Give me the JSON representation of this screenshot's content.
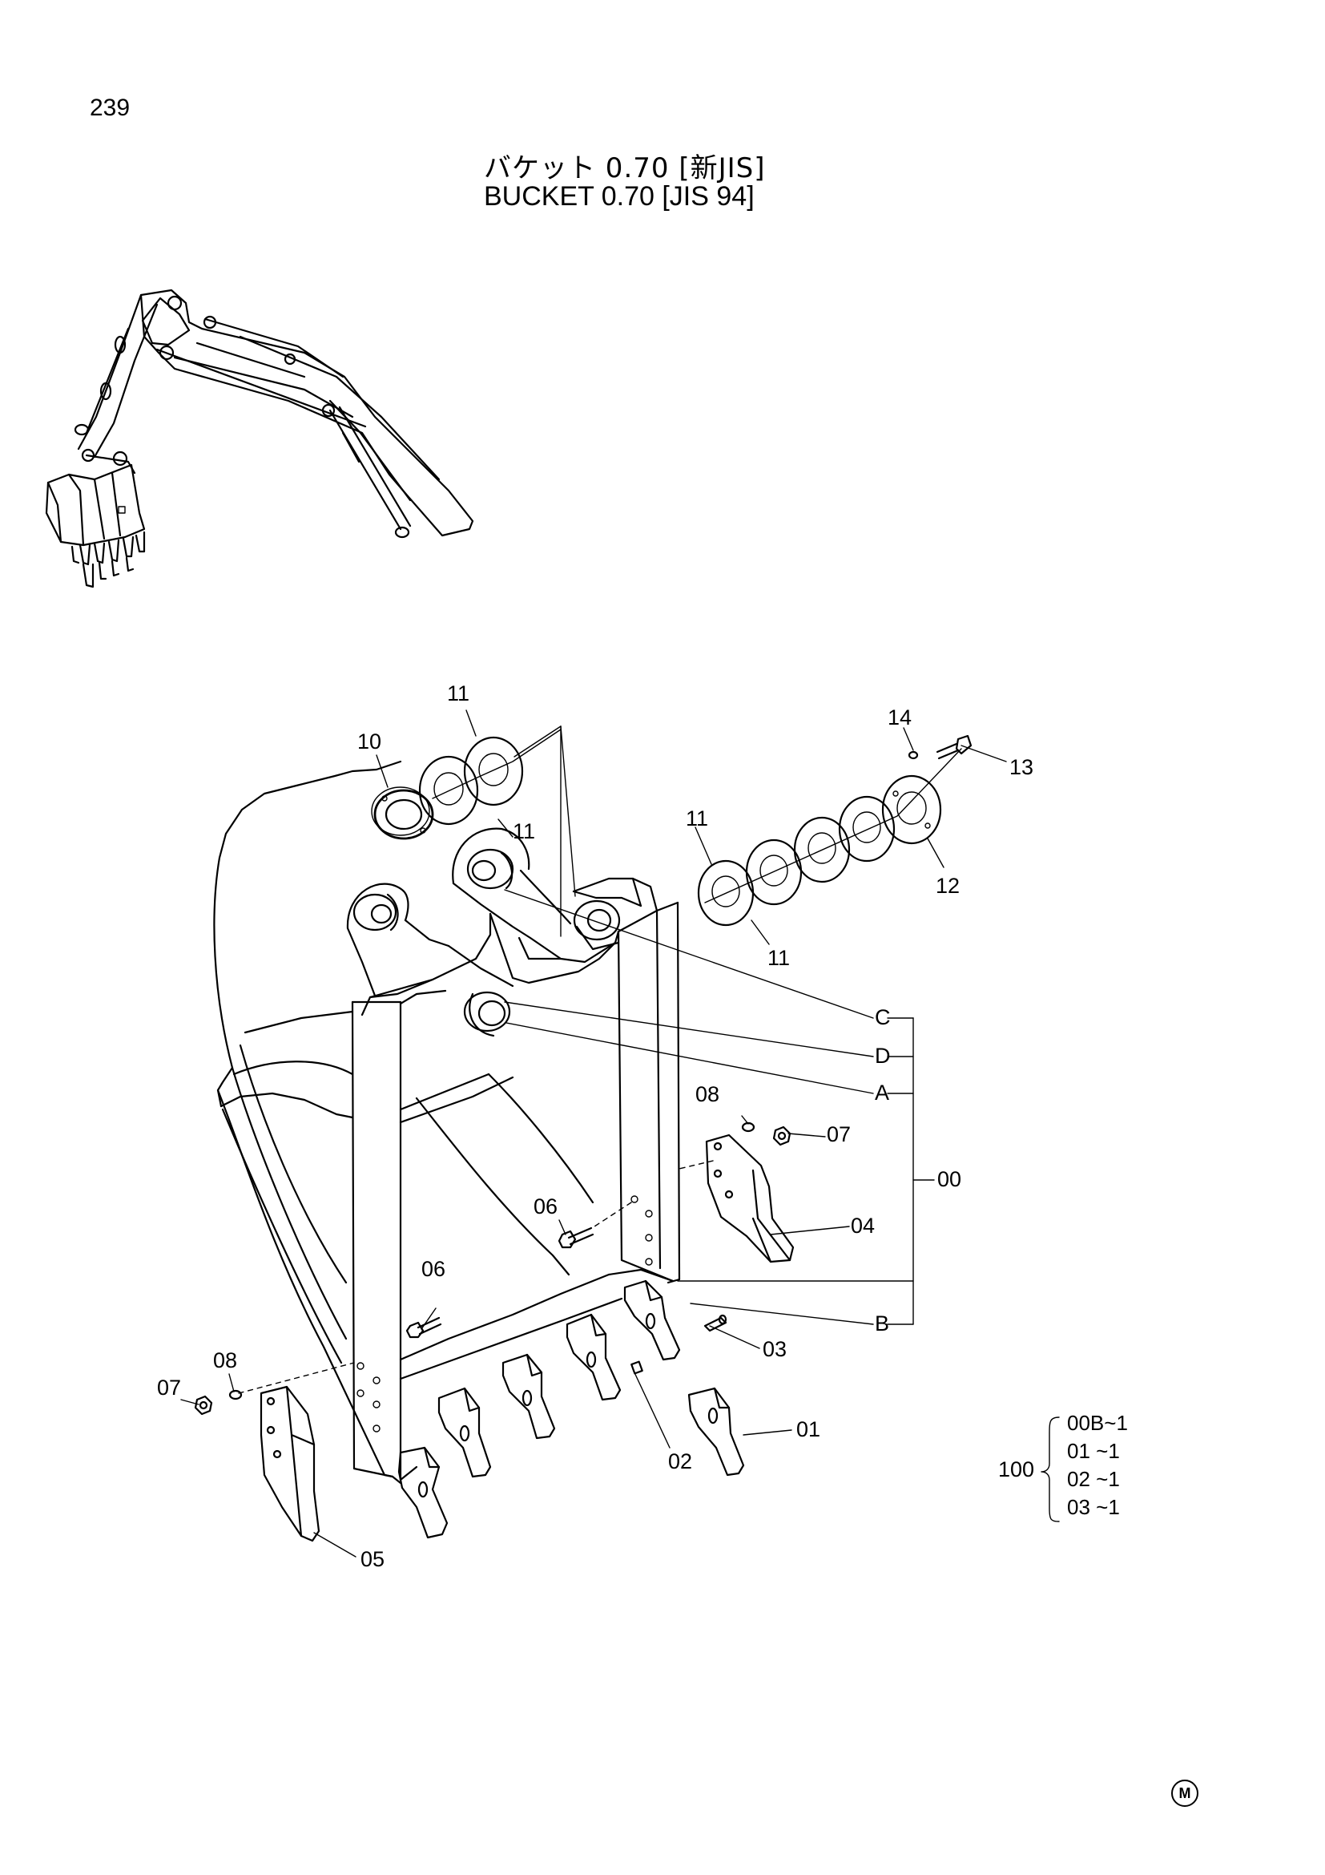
{
  "page": {
    "number": "239"
  },
  "title": {
    "japanese": "バケット 0.70 [新JIS]",
    "english": "BUCKET 0.70 [JIS 94]"
  },
  "callouts": {
    "c11_top": "11",
    "c10": "10",
    "c11_left_b": "11",
    "c14": "14",
    "c13": "13",
    "c11_mid": "11",
    "c12": "12",
    "c11_low": "11",
    "C": "C",
    "D": "D",
    "A": "A",
    "B": "B",
    "c00": "00",
    "c08_r": "08",
    "c07_r": "07",
    "c04": "04",
    "c06_a": "06",
    "c06_b": "06",
    "c03": "03",
    "c08_l": "08",
    "c07_l": "07",
    "c01": "01",
    "c02": "02",
    "c05": "05"
  },
  "kit": {
    "number": "100",
    "lines": [
      "00B~1",
      "01  ~1",
      "02  ~1",
      "03  ~1"
    ]
  },
  "mark": "M"
}
